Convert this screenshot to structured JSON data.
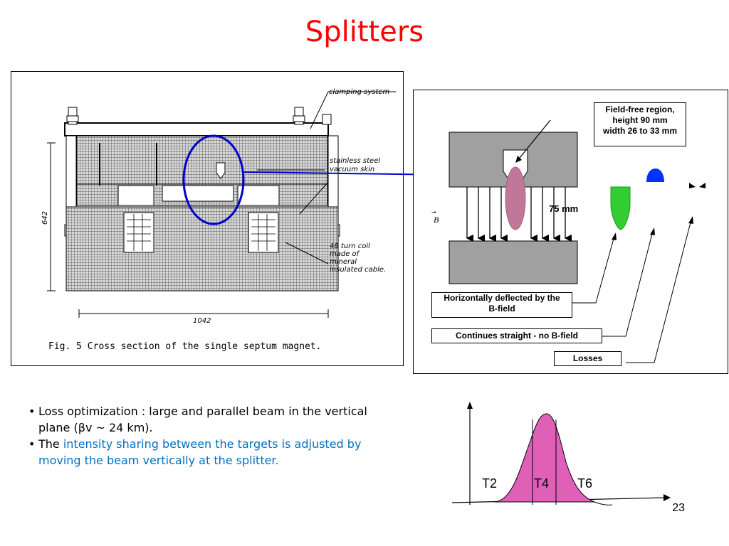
{
  "slide": {
    "title": "Splitters",
    "page_number": "23"
  },
  "scan": {
    "clamping": "clamping system",
    "steel_line1": "stainless steel",
    "steel_line2": "vacuum skin",
    "coil_line1": "48 turn coil",
    "coil_line2": "made of",
    "coil_line3": "mineral",
    "coil_line4": "insulated cable.",
    "dim_height": "642",
    "dim_width": "1042",
    "caption": "Fig. 5  Cross section of the single septum magnet."
  },
  "diagram": {
    "field_free_line1": "Field-free region,",
    "field_free_line2": "height 90 mm",
    "field_free_line3": "width 26 to 33 mm",
    "gap_label": "75 mm",
    "b_symbol": "B",
    "deflected_line1": "Horizontally deflected by the",
    "deflected_line2": "B-field",
    "straight": "Continues straight - no B-field",
    "losses": "Losses",
    "colors": {
      "green": "#33cc33",
      "blue": "#0033ff",
      "pink": "#c07898",
      "arrow": "#0000cc"
    }
  },
  "bullets": {
    "item1_a": "Loss optimization : large and parallel beam in the vertical",
    "item1_b": "plane (",
    "item1_beta": "β",
    "item1_c": "v ~ 24 km).",
    "item2_a": "The ",
    "item2_b": "intensity sharing between the targets is adjusted by",
    "item2_c": "moving the beam vertically at the splitter."
  },
  "profile": {
    "t2": "T2",
    "t4": "T4",
    "t6": "T6",
    "fill": "#e060b8"
  }
}
